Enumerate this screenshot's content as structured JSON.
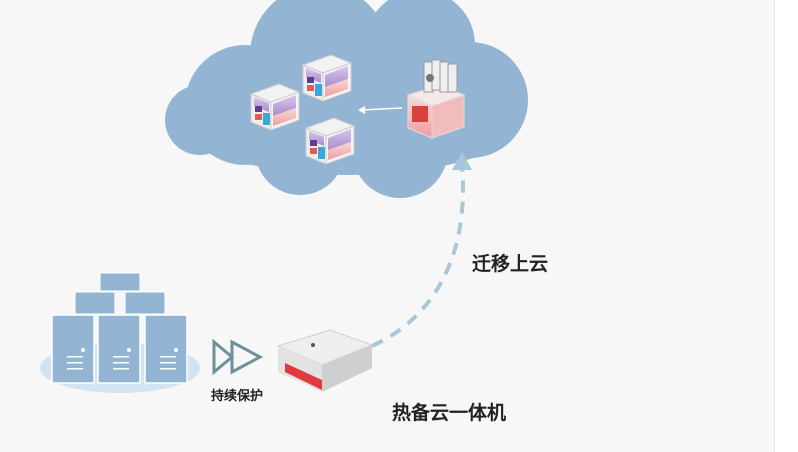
{
  "labels": {
    "migrate": "迁移上云",
    "protect": "持续保护",
    "appliance": "热备云一体机"
  },
  "colors": {
    "cloud": "#93b5d3",
    "server": "#93b5d3",
    "server_base": "#d3e3ef",
    "accent_red": "#e03a3e",
    "dash": "#a9c7d6"
  }
}
